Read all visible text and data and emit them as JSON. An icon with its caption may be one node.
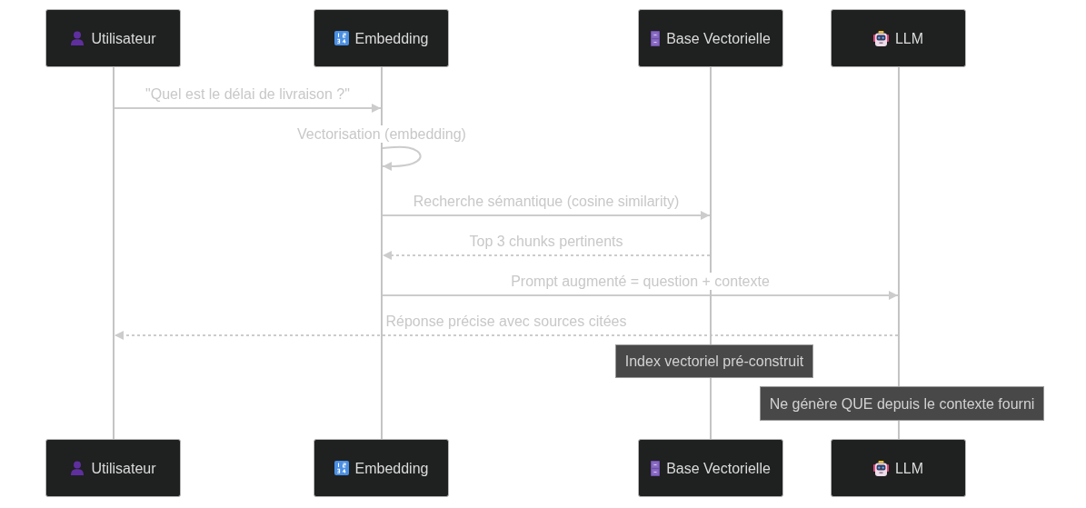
{
  "diagram": {
    "nodes": [
      {
        "text": [
          "Utilisateur"
        ]
      },
      {
        "text": [
          "Embedding"
        ]
      },
      {
        "text": [
          "Base Vectorielle"
        ]
      },
      {
        "text": [
          "LLM"
        ]
      },
      {
        "text": [],
        "shape": "line"
      },
      {
        "text": [],
        "shape": "line"
      },
      {
        "text": [],
        "shape": "line"
      },
      {
        "text": [],
        "shape": "line"
      },
      {
        "text": [
          "Index vectoriel pré-construit"
        ]
      },
      {
        "text": [
          "Ne génère QUE depuis le contexte fourni"
        ]
      },
      {
        "text": [
          "Utilisateur"
        ]
      },
      {
        "text": [
          "Embedding"
        ]
      },
      {
        "text": [
          "Base Vectorielle"
        ]
      },
      {
        "text": [
          "LLM"
        ]
      }
    ],
    "edges": [
      {
        "from": 4,
        "to": 5,
        "arrow": "to",
        "label": "\"Quel est le délai de livraison ?\""
      },
      {
        "from": 5,
        "to": 5,
        "arrow": "to",
        "label": "Vectorisation (embedding)"
      },
      {
        "from": 5,
        "to": 6,
        "arrow": "to",
        "label": "Recherche sémantique (cosine similarity)"
      },
      {
        "from": 6,
        "to": 5,
        "arrow": "to",
        "label": "Top 3 chunks pertinents",
        "style": "dashed"
      },
      {
        "from": 5,
        "to": 7,
        "arrow": "to",
        "label": "Prompt augmenté = question + contexte"
      },
      {
        "from": 7,
        "to": 4,
        "arrow": "to",
        "label": "Réponse précise avec sources citées",
        "style": "dashed"
      }
    ]
  }
}
